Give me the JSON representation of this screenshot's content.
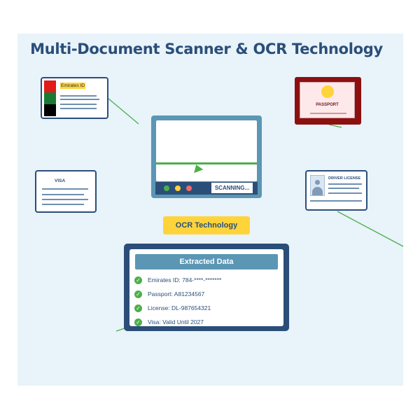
{
  "title": "Multi-Document Scanner & OCR Technology",
  "documents": {
    "emirates_id": {
      "label": "Emirates ID"
    },
    "passport": {
      "label": "PASSPORT"
    },
    "visa": {
      "label": "VISA"
    },
    "driver_license": {
      "label": "DRIVER LICENSE"
    }
  },
  "scanner": {
    "status": "SCANNING..."
  },
  "ocr_badge": {
    "label": "OCR Technology"
  },
  "extracted": {
    "header": "Extracted Data",
    "items": [
      "Emirates ID: 784-****-*******",
      "Passport: A81234567",
      "License: DL-987654321",
      "Visa: Valid Until 2027"
    ]
  },
  "colors": {
    "navy": "#2b4e79",
    "steel_blue": "#5b96b4",
    "accent_yellow": "#ffd43b",
    "green": "#4bb04b",
    "passport_red": "#8d1010",
    "background": "#e8f3fa"
  },
  "icons": {
    "check": "check-circle-icon",
    "profile": "person-silhouette-icon",
    "seal": "gold-seal-icon",
    "flag": "uae-flag-icon"
  }
}
